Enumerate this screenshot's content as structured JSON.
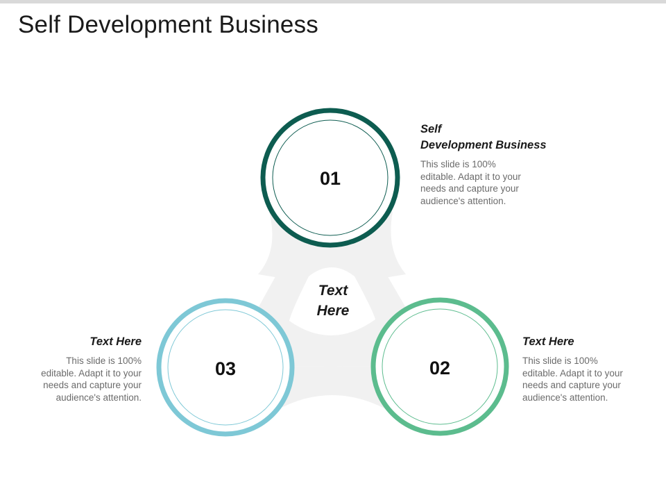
{
  "title": "Self Development Business",
  "center_label": {
    "line1": "Text",
    "line2": "Here"
  },
  "circles": [
    {
      "number": "01",
      "color": "#0d5c50"
    },
    {
      "number": "02",
      "color": "#5cbc8e"
    },
    {
      "number": "03",
      "color": "#7ec8d6"
    }
  ],
  "blocks": [
    {
      "heading_lines": [
        "Self",
        "Development Business"
      ],
      "body_lines": [
        "This slide is 100%",
        "editable. Adapt it to your",
        "needs and capture your",
        "audience's attention."
      ]
    },
    {
      "heading_lines": [
        "Text Here"
      ],
      "body_lines": [
        "This slide is 100%",
        "editable. Adapt it to your",
        "needs and capture your",
        "audience's attention."
      ]
    },
    {
      "heading_lines": [
        "Text Here"
      ],
      "body_lines": [
        "This slide is 100%",
        "editable. Adapt it to your",
        "needs and capture your",
        "audience's attention."
      ]
    }
  ],
  "colors": {
    "connector": "#f1f1f1",
    "title": "#1a1a1a",
    "body_text": "#6b6b6b"
  }
}
